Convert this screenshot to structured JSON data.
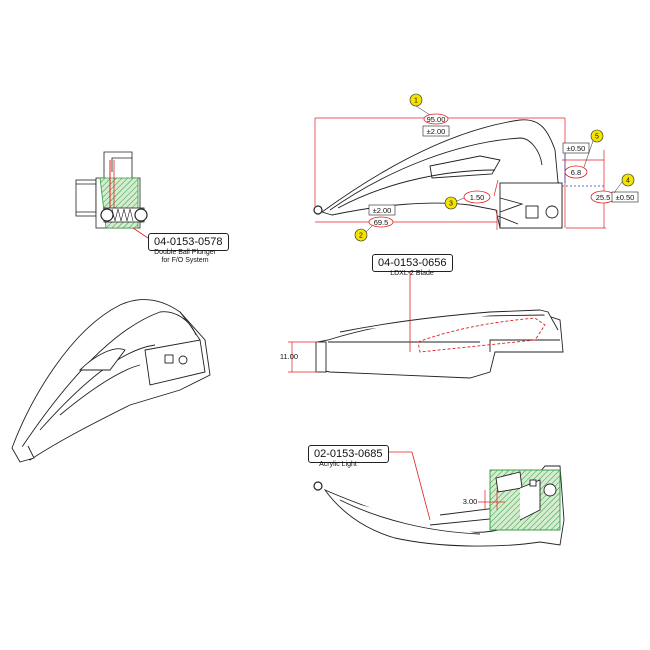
{
  "parts": [
    {
      "id": "plunger",
      "number": "04-0153-0578",
      "desc": [
        "Double Ball Plunger",
        "for F/O System"
      ]
    },
    {
      "id": "blade",
      "number": "04-0153-0656",
      "desc": [
        "LDXL-2 Blade"
      ]
    },
    {
      "id": "light",
      "number": "02-0153-0685",
      "desc": [
        "Acrylic Light"
      ]
    }
  ],
  "dimensions": {
    "overall_length": "95.00",
    "overall_length_tol": "±2.00",
    "blade_length": "69.5",
    "blade_length_tol": "±2.00",
    "slot_gap": "1.50",
    "height": "25.5",
    "height_tol": "±0.50",
    "heel_width": "6.8",
    "heel_width_tol": "±0.50",
    "tip_dia": "11.00",
    "light_offset": "3.00"
  },
  "balloons": [
    "1",
    "2",
    "3",
    "4",
    "5"
  ],
  "colors": {
    "hatch": "#2e9a3a",
    "fill_green": "#d4ecd0",
    "callout": "#e02020",
    "balloon": "#f5e400",
    "dimline": "#3040c0"
  }
}
